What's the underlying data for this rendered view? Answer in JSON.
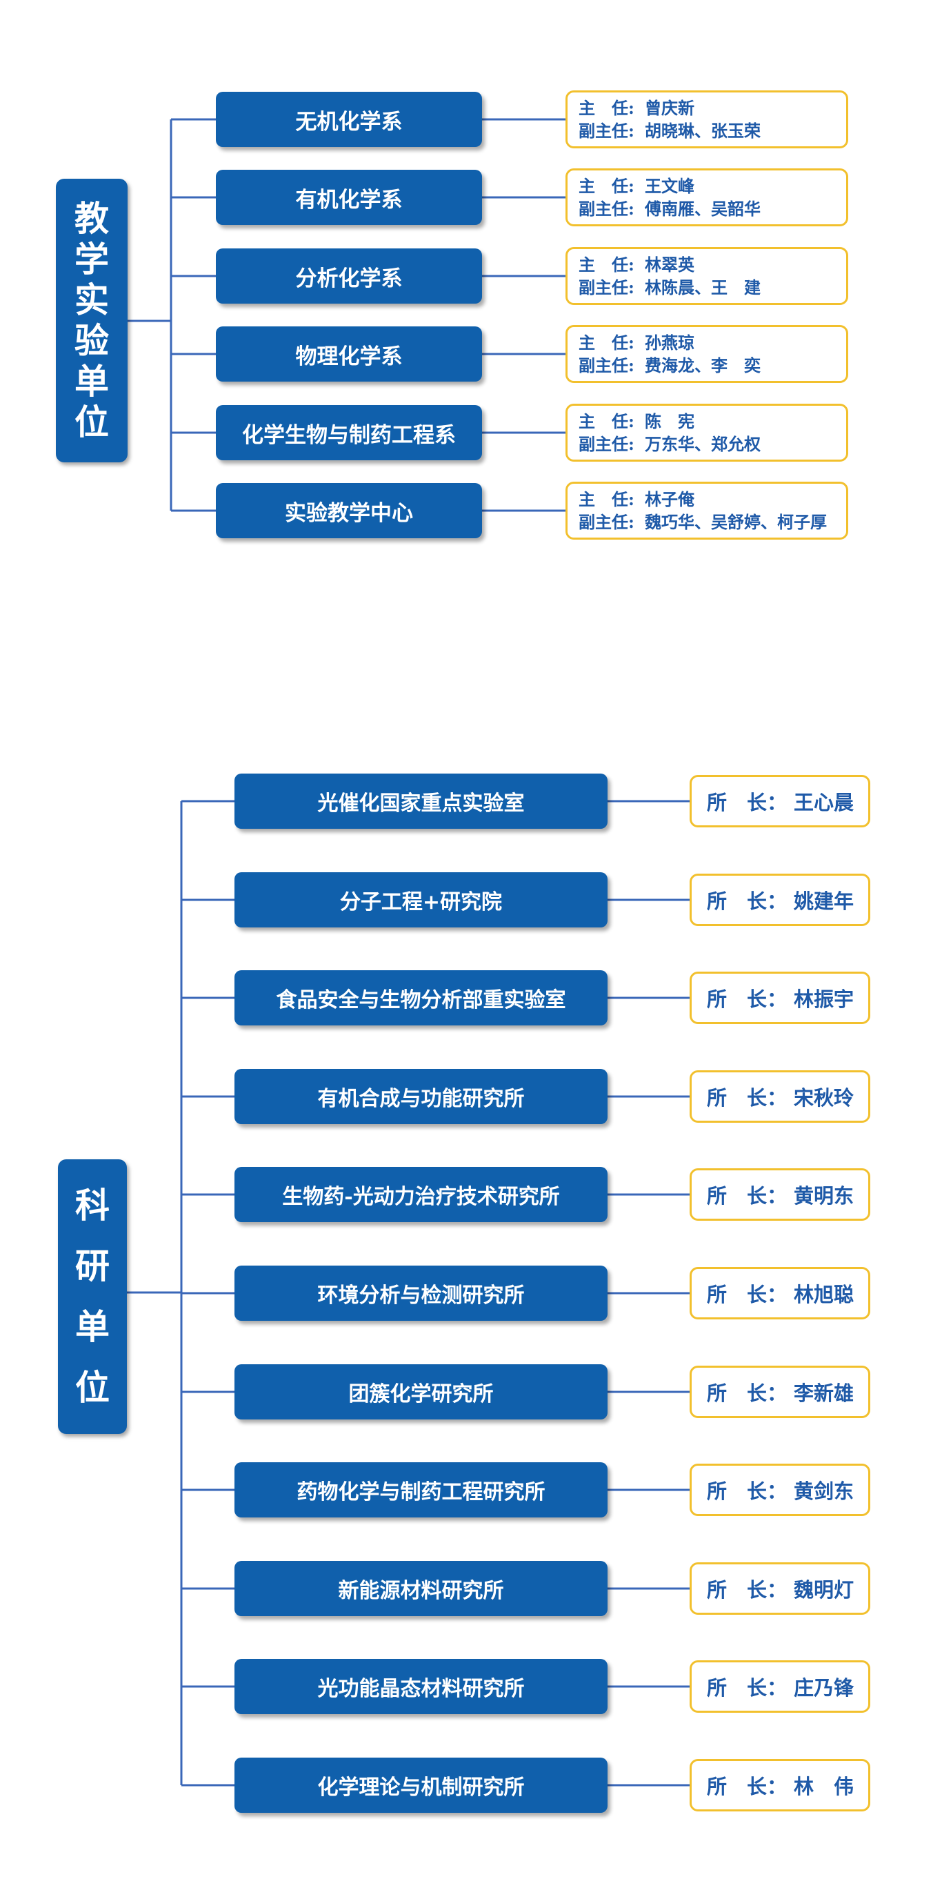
{
  "teaching": {
    "root_label": [
      "教",
      "学",
      "实",
      "验",
      "单",
      "位"
    ],
    "units": [
      {
        "name": "无机化学系",
        "director_label": "主　任:",
        "director": "曾庆新",
        "deputy_label": "副主任:",
        "deputy": "胡晓琳、张玉荣"
      },
      {
        "name": "有机化学系",
        "director_label": "主　任:",
        "director": "王文峰",
        "deputy_label": "副主任:",
        "deputy": "傅南雁、吴韶华"
      },
      {
        "name": "分析化学系",
        "director_label": "主　任:",
        "director": "林翠英",
        "deputy_label": "副主任:",
        "deputy": "林陈晨、王　建"
      },
      {
        "name": "物理化学系",
        "director_label": "主　任:",
        "director": "孙燕琼",
        "deputy_label": "副主任:",
        "deputy": "费海龙、李　奕"
      },
      {
        "name": "化学生物与制药工程系",
        "director_label": "主　任:",
        "director": "陈　宪",
        "deputy_label": "副主任:",
        "deputy": "万东华、郑允权"
      },
      {
        "name": "实验教学中心",
        "director_label": "主　任:",
        "director": "林子俺",
        "deputy_label": "副主任:",
        "deputy": "魏巧华、吴舒婷、柯子厚"
      }
    ]
  },
  "research": {
    "root_label": [
      "科",
      "研",
      "单",
      "位"
    ],
    "head_label": "所　长：",
    "units": [
      {
        "name": "光催化国家重点实验室",
        "head": "王心晨"
      },
      {
        "name": "分子工程+研究院",
        "head": "姚建年"
      },
      {
        "name": "食品安全与生物分析部重实验室",
        "head": "林振宇"
      },
      {
        "name": "有机合成与功能研究所",
        "head": "宋秋玲"
      },
      {
        "name": "生物药-光动力治疗技术研究所",
        "head": "黄明东"
      },
      {
        "name": "环境分析与检测研究所",
        "head": "林旭聪"
      },
      {
        "name": "团簇化学研究所",
        "head": "李新雄"
      },
      {
        "name": "药物化学与制药工程研究所",
        "head": "黄剑东"
      },
      {
        "name": "新能源材料研究所",
        "head": "魏明灯"
      },
      {
        "name": "光功能晶态材料研究所",
        "head": "庄乃锋"
      },
      {
        "name": "化学理论与机制研究所",
        "head": "林　伟"
      }
    ]
  },
  "colors": {
    "box_fill": "#1060ac",
    "line": "#3a67b8",
    "head_border": "#f2c02d",
    "head_text": "#1f5aa8"
  }
}
